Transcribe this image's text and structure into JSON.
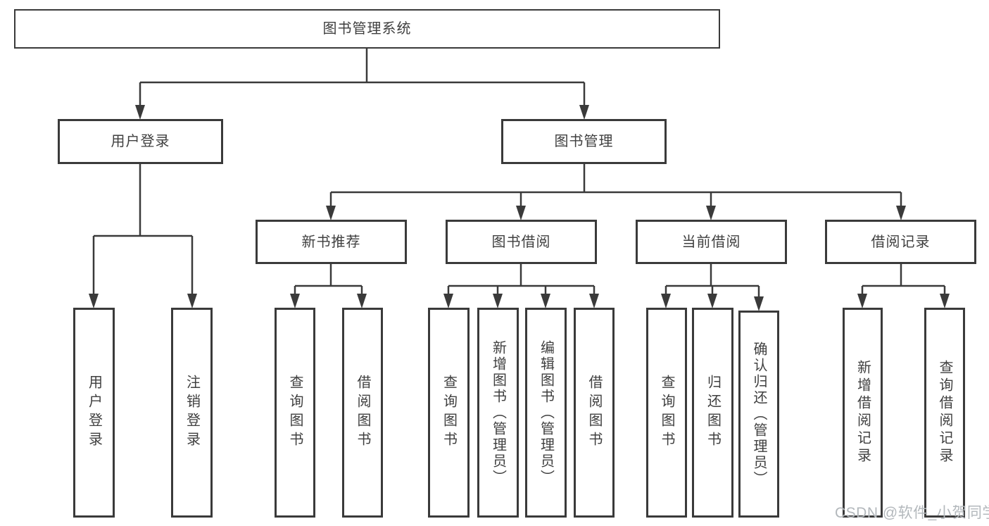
{
  "diagram": {
    "root": {
      "label": "图书管理系统"
    },
    "level2": [
      {
        "label": "用户登录"
      },
      {
        "label": "图书管理"
      }
    ],
    "level3": [
      {
        "label": "新书推荐"
      },
      {
        "label": "图书借阅"
      },
      {
        "label": "当前借阅"
      },
      {
        "label": "借阅记录"
      }
    ],
    "leaves": {
      "login": [
        {
          "label": "用户登录"
        },
        {
          "label": "注销登录"
        }
      ],
      "recommend": [
        {
          "label": "查询图书"
        },
        {
          "label": "借阅图书"
        }
      ],
      "borrow": [
        {
          "label": "查询图书"
        },
        {
          "label": "新增图书（管理员）"
        },
        {
          "label": "编辑图书（管理员）"
        },
        {
          "label": "借阅图书"
        }
      ],
      "current": [
        {
          "label": "查询图书"
        },
        {
          "label": "归还图书"
        },
        {
          "label": "确认归还（管理员）"
        }
      ],
      "records": [
        {
          "label": "新增借阅记录"
        },
        {
          "label": "查询借阅记录"
        }
      ]
    },
    "watermark": "CSDN @软件_小贺同学",
    "colors": {
      "line": "#3a3a3a",
      "box_border": "#3a3a3a",
      "text": "#3f3f3f",
      "watermark": "#b3b8bc",
      "background": "#ffffff"
    }
  }
}
